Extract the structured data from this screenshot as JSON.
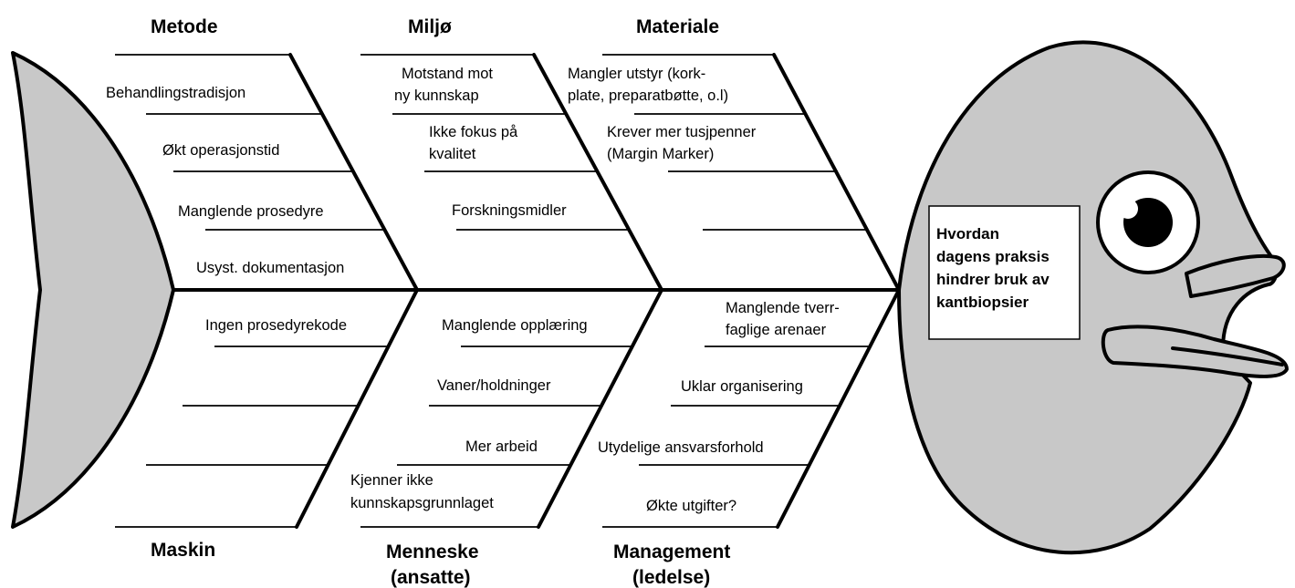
{
  "categories": {
    "metode": "Metode",
    "miljo": "Miljø",
    "materiale": "Materiale",
    "maskin": "Maskin",
    "menneske": [
      "Menneske",
      "(ansatte)"
    ],
    "management": [
      "Management",
      "(ledelse)"
    ]
  },
  "causes": {
    "metode": [
      "Behandlingstradisjon",
      "Økt operasjonstid",
      "Manglende prosedyre",
      "Usyst. dokumentasjon"
    ],
    "miljo": [
      [
        "Motstand mot",
        "ny kunnskap"
      ],
      [
        "Ikke fokus på",
        "kvalitet"
      ],
      "Forskningsmidler"
    ],
    "materiale": [
      [
        "Mangler utstyr (kork-",
        "plate, preparatbøtte, o.l)"
      ],
      [
        "Krever mer tusjpenner",
        "(Margin Marker)"
      ]
    ],
    "maskin": [
      "Ingen prosedyrekode"
    ],
    "menneske": [
      "Manglende opplæring",
      "Vaner/holdninger",
      "Mer arbeid",
      [
        "Kjenner ikke",
        "kunnskapsgrunnlaget"
      ]
    ],
    "management": [
      [
        "Manglende tverr-",
        "faglige arenaer"
      ],
      "Uklar organisering",
      "Utydelige ansvarsforhold",
      "Økte utgifter?"
    ]
  },
  "problem": [
    "Hvordan",
    "dagens praksis",
    "hindrer bruk av",
    "kantbiopsier"
  ],
  "colors": {
    "fill": "#c8c8c8",
    "line": "#000000",
    "background": "#ffffff"
  }
}
